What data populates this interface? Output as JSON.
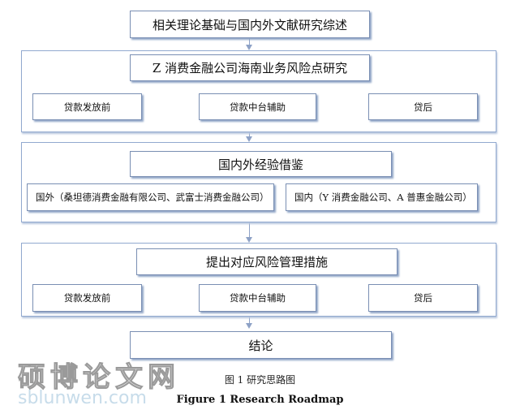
{
  "boxes": {
    "top": "相关理论基础与国内外文献研究综述",
    "section1_title": "Z 消费金融公司海南业务风险点研究",
    "s1_left": "贷款发放前",
    "s1_mid": "贷款中台辅助",
    "s1_right": "贷后",
    "section2_title": "国内外经验借鉴",
    "s2_left": "国外（桑坦德消费金融有限公司、武富士消费金融公司）",
    "s2_right": "国内（Y 消费金融公司、A 普惠金融公司）",
    "section3_title": "提出对应风险管理措施",
    "s3_left": "贷款发放前",
    "s3_mid": "贷款中台辅助",
    "s3_right": "贷后",
    "bottom": "结论"
  },
  "caption": {
    "cn": "图 1  研究思路图",
    "en": "Figure 1 Research Roadmap"
  },
  "watermark": {
    "cn": "硕博论文网",
    "en": "sblunwen.com"
  },
  "colors": {
    "border": "#7a8fb3",
    "shadow": "#8fa4c6",
    "arrow": "#8ea2c6"
  }
}
